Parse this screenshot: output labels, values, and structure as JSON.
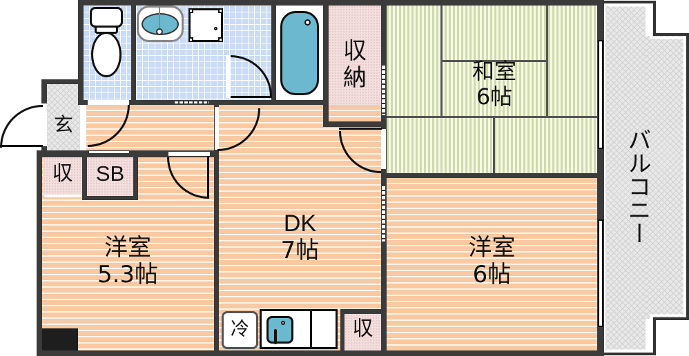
{
  "floor_plan": {
    "rooms": {
      "entrance": {
        "label": "玄"
      },
      "closet_small": {
        "label": "収"
      },
      "shoe_box": {
        "label": "SB"
      },
      "storage_main": {
        "label_line1": "収",
        "label_line2": "納"
      },
      "japanese_room": {
        "label_line1": "和室",
        "label_line2": "6帖"
      },
      "western_room_left": {
        "label_line1": "洋室",
        "label_line2": "5.3帖"
      },
      "dining_kitchen": {
        "label_line1": "DK",
        "label_line2": "7帖"
      },
      "western_room_right": {
        "label_line1": "洋室",
        "label_line2": "6帖"
      },
      "balcony": {
        "label": "バルコニー"
      },
      "kitchen_storage": {
        "label": "収"
      },
      "refrigerator": {
        "label": "冷"
      }
    },
    "colors": {
      "wall": "#3b3b3b",
      "wood_floor": "#f8c9a2",
      "tile_floor": "#c9dbf5",
      "tatami": "#cfd9ab",
      "storage": "#f3dede",
      "balcony": "#e8e8e8",
      "fixture_blue": "#6bb8cf"
    }
  }
}
